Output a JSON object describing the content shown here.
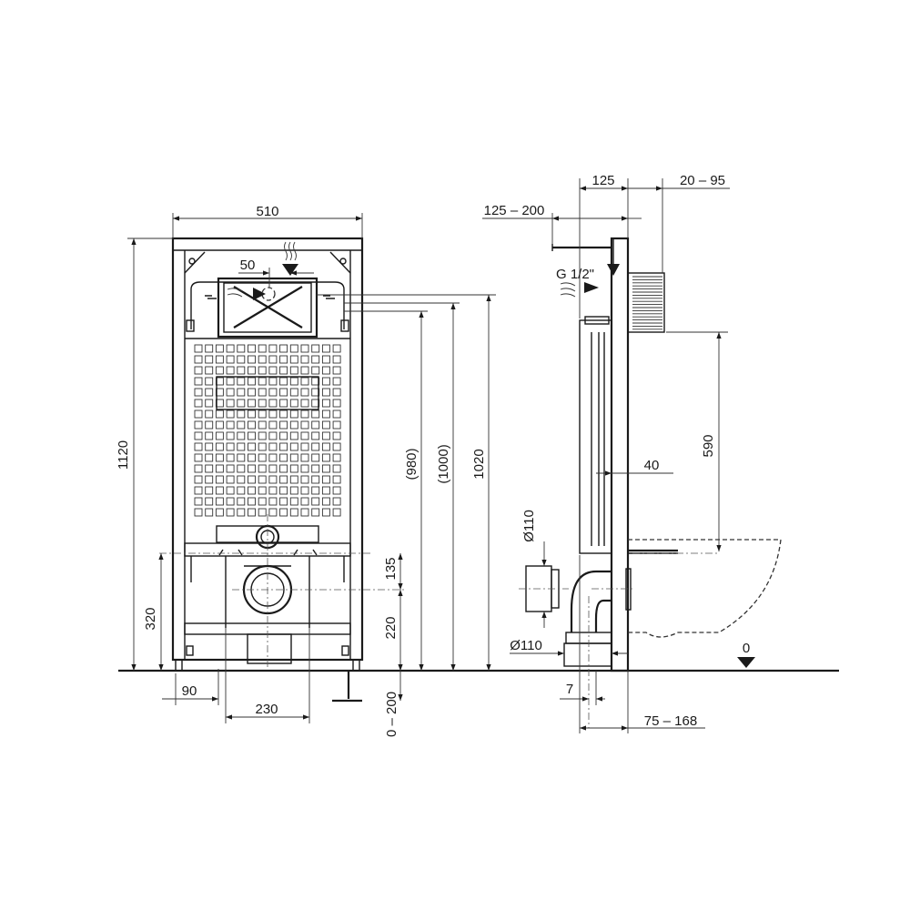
{
  "front_view": {
    "width_label": "510",
    "flush_offset_label": "50",
    "height_total_label": "1120",
    "outlet_height_label": "320",
    "foot_label": "90",
    "bolt_spacing_label": "230",
    "foot_adjust_label": "0 – 200",
    "bolt_to_outlet_label": "135",
    "outlet_to_floor_label": "220",
    "height_980_label": "(980)",
    "height_1000_label": "(1000)",
    "height_1020_label": "1020"
  },
  "side_view": {
    "depth_label": "125",
    "wall_plate_label": "20 – 95",
    "inlet_depth_label": "125 – 200",
    "inlet_thread_label": "G 1/2\"",
    "bowl_height_label": "590",
    "rod_label": "40",
    "pipe_diameter_label_1": "Ø110",
    "pipe_diameter_label_2": "Ø110",
    "floor_level_label": "0",
    "offset_label": "7",
    "frame_depth_label": "75 – 168"
  }
}
